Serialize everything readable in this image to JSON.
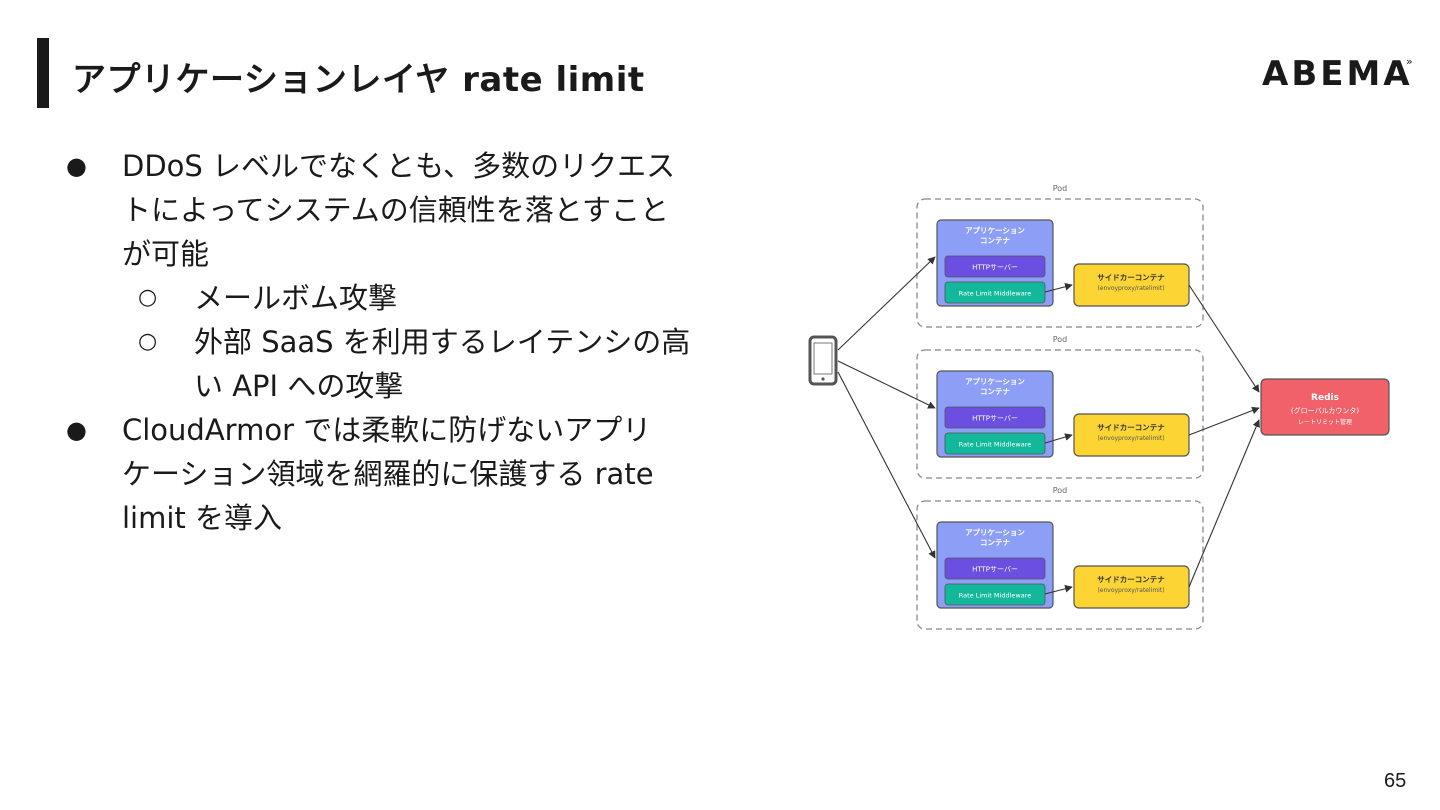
{
  "slide": {
    "title": "アプリケーションレイヤ rate limit",
    "logo": "ABEMA",
    "logo_mark": "»",
    "page_number": "65"
  },
  "bullets": [
    {
      "marker": "●",
      "lines": [
        "DDoS レベルでなくとも、多数のリクエス",
        "トによってシステムの信頼性を落とすこと",
        "が可能"
      ]
    },
    {
      "marker": "○",
      "lines": [
        "メールボム攻撃"
      ]
    },
    {
      "marker": "○",
      "lines": [
        "外部 SaaS を利用するレイテンシの高",
        "い API への攻撃"
      ]
    },
    {
      "marker": "●",
      "lines": [
        "CloudArmor では柔軟に防げないアプリ",
        "ケーション領域を網羅的に保護する rate",
        "limit を導入"
      ]
    }
  ],
  "diagram": {
    "pod_label": "Pod",
    "app_container": [
      "アプリケーション",
      "コンテナ"
    ],
    "http_server": "HTTPサーバー",
    "middleware": "Rate Limit Middleware",
    "sidecar": "サイドカーコンテナ",
    "sidecar_sub": "(envoyproxy/ratelimit)",
    "redis": "Redis",
    "redis_sub1": "(グローバルカウンタ)",
    "redis_sub2": "レートリミット管理",
    "colors": {
      "app_fill": "#8c9ef5",
      "http_fill": "#6b4fe0",
      "middleware_fill": "#13b89a",
      "sidecar_fill": "#fcd535",
      "redis_fill": "#f0616a"
    }
  }
}
